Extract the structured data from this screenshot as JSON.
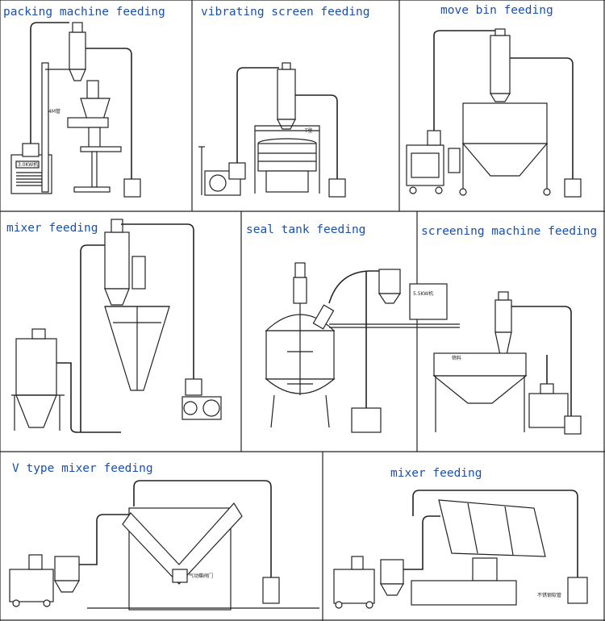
{
  "colors": {
    "caption": "#1a4fb0",
    "line": "#222222",
    "background": "#ffffff"
  },
  "panels": [
    {
      "id": "packing",
      "caption": "packing machine feeding"
    },
    {
      "id": "vibrating",
      "caption": "vibrating screen feeding"
    },
    {
      "id": "movebin",
      "caption": "move bin feeding"
    },
    {
      "id": "mixer1",
      "caption": "mixer feeding"
    },
    {
      "id": "sealtank",
      "caption": "seal tank feeding"
    },
    {
      "id": "screening",
      "caption": "screening machine feeding"
    },
    {
      "id": "vmixer",
      "caption": "V type mixer feeding"
    },
    {
      "id": "mixer2",
      "caption": "mixer feeding"
    }
  ],
  "small_labels": {
    "packing_feeder": "3.0KW机",
    "packing_pipe": "4M管",
    "vib_tag": "T型",
    "seal_feeder": "5.5KW机",
    "screen_tag": "筛料",
    "vmixer_valve": "气动蝶阀门",
    "mixer2_tag": "不锈钢软管"
  }
}
